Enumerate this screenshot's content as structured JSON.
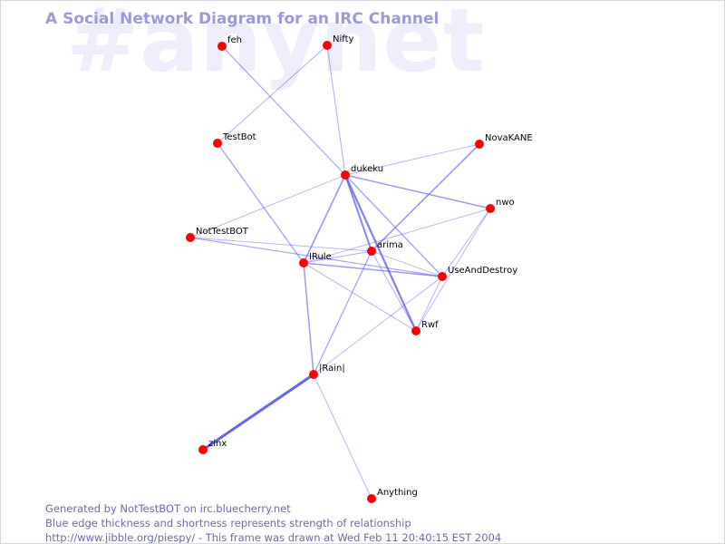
{
  "watermark": "#anynet",
  "title": "A Social Network Diagram for an IRC Channel",
  "footer": {
    "line1": "Generated by NotTestBOT on irc.bluecherry.net",
    "line2": "Blue edge thickness and shortness represents strength of relationship",
    "line3": "http://www.jibble.org/piespy/ - This frame was drawn at Wed Feb 11 20:40:15 EST 2004"
  },
  "colors": {
    "node": "#ff0000",
    "edge": "#5a5af0",
    "title": "#9a9ad6",
    "watermark": "#ededfb",
    "footer": "#6a6aa8"
  },
  "nodes": [
    {
      "id": "feh",
      "label": "feh"
    },
    {
      "id": "Nifty",
      "label": "Nifty"
    },
    {
      "id": "TestBot",
      "label": "TestBot"
    },
    {
      "id": "NovaKANE",
      "label": "NovaKANE"
    },
    {
      "id": "dukeku",
      "label": "dukeku"
    },
    {
      "id": "nwo",
      "label": "nwo"
    },
    {
      "id": "NotTestBOT",
      "label": "NotTestBOT"
    },
    {
      "id": "arima",
      "label": "arima"
    },
    {
      "id": "IRule",
      "label": "IRule"
    },
    {
      "id": "UseAndDestroy",
      "label": "UseAndDestroy"
    },
    {
      "id": "Rwf",
      "label": "Rwf"
    },
    {
      "id": "IRainI",
      "label": "|Rain|"
    },
    {
      "id": "zinx",
      "label": "zinx"
    },
    {
      "id": "Anything",
      "label": "Anything"
    }
  ],
  "edges": [
    {
      "from": "feh",
      "to": "dukeku",
      "weight": 1.2
    },
    {
      "from": "Nifty",
      "to": "dukeku",
      "weight": 1
    },
    {
      "from": "Nifty",
      "to": "TestBot",
      "weight": 1
    },
    {
      "from": "TestBot",
      "to": "IRule",
      "weight": 1.3
    },
    {
      "from": "NovaKANE",
      "to": "dukeku",
      "weight": 0.9
    },
    {
      "from": "NovaKANE",
      "to": "arima",
      "weight": 1.6
    },
    {
      "from": "dukeku",
      "to": "nwo",
      "weight": 1.5
    },
    {
      "from": "dukeku",
      "to": "NotTestBOT",
      "weight": 0.9
    },
    {
      "from": "dukeku",
      "to": "IRule",
      "weight": 1.6
    },
    {
      "from": "dukeku",
      "to": "arima",
      "weight": 2
    },
    {
      "from": "dukeku",
      "to": "UseAndDestroy",
      "weight": 1.3
    },
    {
      "from": "dukeku",
      "to": "Rwf",
      "weight": 2.2
    },
    {
      "from": "nwo",
      "to": "IRule",
      "weight": 0.9
    },
    {
      "from": "nwo",
      "to": "UseAndDestroy",
      "weight": 0.9
    },
    {
      "from": "nwo",
      "to": "Rwf",
      "weight": 0.9
    },
    {
      "from": "NotTestBOT",
      "to": "arima",
      "weight": 0.9
    },
    {
      "from": "NotTestBOT",
      "to": "UseAndDestroy",
      "weight": 1.2
    },
    {
      "from": "IRule",
      "to": "arima",
      "weight": 1
    },
    {
      "from": "IRule",
      "to": "UseAndDestroy",
      "weight": 1.5
    },
    {
      "from": "IRule",
      "to": "Rwf",
      "weight": 1
    },
    {
      "from": "IRule",
      "to": "IRainI",
      "weight": 1.5
    },
    {
      "from": "arima",
      "to": "UseAndDestroy",
      "weight": 0.9
    },
    {
      "from": "arima",
      "to": "Rwf",
      "weight": 1
    },
    {
      "from": "arima",
      "to": "IRainI",
      "weight": 1.3
    },
    {
      "from": "UseAndDestroy",
      "to": "IRainI",
      "weight": 0.9
    },
    {
      "from": "UseAndDestroy",
      "to": "Rwf",
      "weight": 0.9
    },
    {
      "from": "IRainI",
      "to": "zinx",
      "weight": 3
    },
    {
      "from": "IRainI",
      "to": "Anything",
      "weight": 0.9
    }
  ]
}
